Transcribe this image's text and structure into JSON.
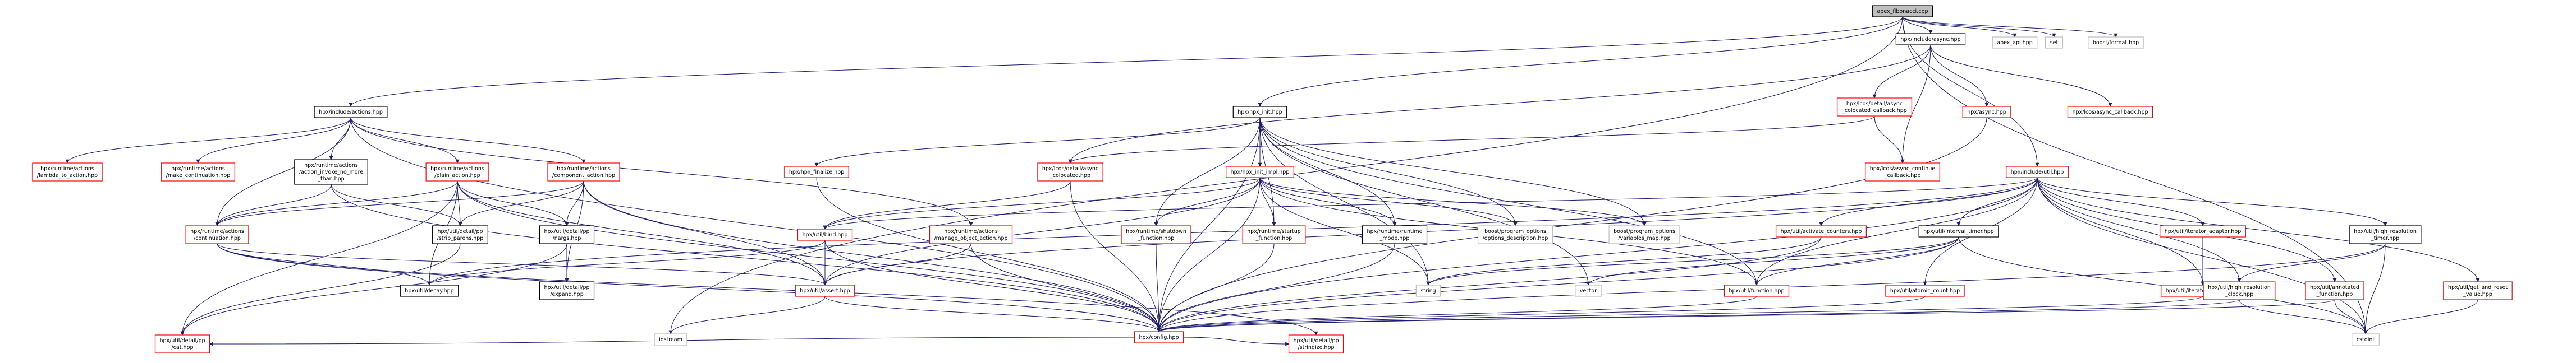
{
  "colors": {
    "root_fill": "#bfbfbf",
    "root_stroke": "#000000",
    "node_fill": "#ffffff",
    "node_stroke_normal": "#000000",
    "node_stroke_missing": "#ff0000",
    "node_stroke_external": "#bfbfbf",
    "edge_color": "#191970"
  },
  "nodes": [
    {
      "id": "n0",
      "lines": [
        "apex_fibonacci.cpp"
      ],
      "kind": "root"
    },
    {
      "id": "n1",
      "lines": [
        "hpx/include/async.hpp"
      ],
      "kind": "normal"
    },
    {
      "id": "n2",
      "lines": [
        "apex_api.hpp"
      ],
      "kind": "external"
    },
    {
      "id": "n3",
      "lines": [
        "set"
      ],
      "kind": "external"
    },
    {
      "id": "n4",
      "lines": [
        "boost/format.hpp"
      ],
      "kind": "external"
    },
    {
      "id": "n5",
      "lines": [
        "hpx/include/actions.hpp"
      ],
      "kind": "normal"
    },
    {
      "id": "n6",
      "lines": [
        "hpx/hpx_init.hpp"
      ],
      "kind": "normal"
    },
    {
      "id": "n7",
      "lines": [
        "hpx/lcos/detail/async",
        "_colocated_callback.hpp"
      ],
      "kind": "missing"
    },
    {
      "id": "n8",
      "lines": [
        "hpx/async.hpp"
      ],
      "kind": "missing"
    },
    {
      "id": "n9",
      "lines": [
        "hpx/lcos/async_callback.hpp"
      ],
      "kind": "missing"
    },
    {
      "id": "n10",
      "lines": [
        "hpx/include/util.hpp"
      ],
      "kind": "missing"
    },
    {
      "id": "n11",
      "lines": [
        "hpx/runtime/actions",
        "/lambda_to_action.hpp"
      ],
      "kind": "missing"
    },
    {
      "id": "n12",
      "lines": [
        "hpx/runtime/actions",
        "/make_continuation.hpp"
      ],
      "kind": "missing"
    },
    {
      "id": "n13",
      "lines": [
        "hpx/runtime/actions",
        "/action_invoke_no_more",
        "_than.hpp"
      ],
      "kind": "normal"
    },
    {
      "id": "n14",
      "lines": [
        "hpx/runtime/actions",
        "/plain_action.hpp"
      ],
      "kind": "missing"
    },
    {
      "id": "n15",
      "lines": [
        "hpx/runtime/actions",
        "/component_action.hpp"
      ],
      "kind": "missing"
    },
    {
      "id": "n16",
      "lines": [
        "hpx/hpx_finalize.hpp"
      ],
      "kind": "missing"
    },
    {
      "id": "n17",
      "lines": [
        "hpx/lcos/detail/async",
        "_colocated.hpp"
      ],
      "kind": "missing"
    },
    {
      "id": "n18",
      "lines": [
        "hpx/hpx_init_impl.hpp"
      ],
      "kind": "missing"
    },
    {
      "id": "n19",
      "lines": [
        "hpx/lcos/async_continue",
        "_callback.hpp"
      ],
      "kind": "missing"
    },
    {
      "id": "n20",
      "lines": [
        "hpx/runtime/actions",
        "/continuation.hpp"
      ],
      "kind": "missing"
    },
    {
      "id": "n21",
      "lines": [
        "hpx/util/detail/pp",
        "/strip_parens.hpp"
      ],
      "kind": "normal"
    },
    {
      "id": "n22",
      "lines": [
        "hpx/util/detail/pp",
        "/nargs.hpp"
      ],
      "kind": "normal"
    },
    {
      "id": "n23",
      "lines": [
        "hpx/util/bind.hpp"
      ],
      "kind": "missing"
    },
    {
      "id": "n24",
      "lines": [
        "hpx/runtime/actions",
        "/manage_object_action.hpp"
      ],
      "kind": "missing"
    },
    {
      "id": "n25",
      "lines": [
        "hpx/runtime/shutdown",
        "_function.hpp"
      ],
      "kind": "missing"
    },
    {
      "id": "n26",
      "lines": [
        "hpx/runtime/startup",
        "_function.hpp"
      ],
      "kind": "missing"
    },
    {
      "id": "n27",
      "lines": [
        "hpx/runtime/runtime",
        "_mode.hpp"
      ],
      "kind": "normal"
    },
    {
      "id": "n28",
      "lines": [
        "boost/program_options",
        "/options_description.hpp"
      ],
      "kind": "external"
    },
    {
      "id": "n29",
      "lines": [
        "boost/program_options",
        "/variables_map.hpp"
      ],
      "kind": "external"
    },
    {
      "id": "n30",
      "lines": [
        "hpx/util/activate_counters.hpp"
      ],
      "kind": "missing"
    },
    {
      "id": "n31",
      "lines": [
        "hpx/util/interval_timer.hpp"
      ],
      "kind": "normal"
    },
    {
      "id": "n32",
      "lines": [
        "hpx/util/iterator_adaptor.hpp"
      ],
      "kind": "missing"
    },
    {
      "id": "n33",
      "lines": [
        "hpx/util/high_resolution",
        "_timer.hpp"
      ],
      "kind": "normal"
    },
    {
      "id": "n34",
      "lines": [
        "hpx/util/decay.hpp"
      ],
      "kind": "normal"
    },
    {
      "id": "n35",
      "lines": [
        "hpx/util/detail/pp",
        "/expand.hpp"
      ],
      "kind": "normal"
    },
    {
      "id": "n36",
      "lines": [
        "hpx/util/assert.hpp"
      ],
      "kind": "missing"
    },
    {
      "id": "n37",
      "lines": [
        "string"
      ],
      "kind": "external"
    },
    {
      "id": "n38",
      "lines": [
        "vector"
      ],
      "kind": "external"
    },
    {
      "id": "n39",
      "lines": [
        "hpx/util/function.hpp"
      ],
      "kind": "missing"
    },
    {
      "id": "n40",
      "lines": [
        "hpx/util/atomic_count.hpp"
      ],
      "kind": "missing"
    },
    {
      "id": "n41",
      "lines": [
        "hpx/util/iterator_facade.hpp"
      ],
      "kind": "missing"
    },
    {
      "id": "n42",
      "lines": [
        "hpx/util/high_resolution",
        "_clock.hpp"
      ],
      "kind": "missing"
    },
    {
      "id": "n43",
      "lines": [
        "hpx/util/annotated",
        "_function.hpp"
      ],
      "kind": "missing"
    },
    {
      "id": "n44",
      "lines": [
        "hpx/util/get_and_reset",
        "_value.hpp"
      ],
      "kind": "missing"
    },
    {
      "id": "n45",
      "lines": [
        "iostream"
      ],
      "kind": "external"
    },
    {
      "id": "n46",
      "lines": [
        "hpx/config.hpp"
      ],
      "kind": "missing"
    },
    {
      "id": "n47",
      "lines": [
        "cstdint"
      ],
      "kind": "external"
    },
    {
      "id": "n48",
      "lines": [
        "hpx/util/detail/pp",
        "/cat.hpp"
      ],
      "kind": "missing"
    },
    {
      "id": "n49",
      "lines": [
        "hpx/util/detail/pp",
        "/stringize.hpp"
      ],
      "kind": "missing"
    }
  ],
  "edges": [
    [
      "n0",
      "n1"
    ],
    [
      "n0",
      "n2"
    ],
    [
      "n0",
      "n3"
    ],
    [
      "n0",
      "n4"
    ],
    [
      "n0",
      "n5"
    ],
    [
      "n0",
      "n6"
    ],
    [
      "n0",
      "n10"
    ],
    [
      "n0",
      "n45"
    ],
    [
      "n0",
      "n47"
    ],
    [
      "n1",
      "n7"
    ],
    [
      "n1",
      "n8"
    ],
    [
      "n1",
      "n9"
    ],
    [
      "n1",
      "n19"
    ],
    [
      "n1",
      "n17"
    ],
    [
      "n5",
      "n11"
    ],
    [
      "n5",
      "n12"
    ],
    [
      "n5",
      "n13"
    ],
    [
      "n5",
      "n14"
    ],
    [
      "n5",
      "n15"
    ],
    [
      "n5",
      "n20"
    ],
    [
      "n5",
      "n24"
    ],
    [
      "n5",
      "n46"
    ],
    [
      "n6",
      "n16"
    ],
    [
      "n6",
      "n18"
    ],
    [
      "n6",
      "n25"
    ],
    [
      "n6",
      "n26"
    ],
    [
      "n6",
      "n27"
    ],
    [
      "n6",
      "n28"
    ],
    [
      "n6",
      "n29"
    ],
    [
      "n6",
      "n37"
    ],
    [
      "n6",
      "n39"
    ],
    [
      "n6",
      "n38"
    ],
    [
      "n6",
      "n46"
    ],
    [
      "n7",
      "n17"
    ],
    [
      "n7",
      "n19"
    ],
    [
      "n8",
      "n46"
    ],
    [
      "n10",
      "n30"
    ],
    [
      "n10",
      "n31"
    ],
    [
      "n10",
      "n32"
    ],
    [
      "n10",
      "n33"
    ],
    [
      "n10",
      "n23"
    ],
    [
      "n10",
      "n39"
    ],
    [
      "n10",
      "n40"
    ],
    [
      "n10",
      "n42"
    ],
    [
      "n10",
      "n43"
    ],
    [
      "n10",
      "n44"
    ],
    [
      "n10",
      "n36"
    ],
    [
      "n10",
      "n34"
    ],
    [
      "n10",
      "n46"
    ],
    [
      "n10",
      "n41"
    ],
    [
      "n10",
      "n47"
    ],
    [
      "n13",
      "n20"
    ],
    [
      "n13",
      "n21"
    ],
    [
      "n13",
      "n46"
    ],
    [
      "n14",
      "n20"
    ],
    [
      "n14",
      "n21"
    ],
    [
      "n14",
      "n22"
    ],
    [
      "n14",
      "n36"
    ],
    [
      "n14",
      "n46"
    ],
    [
      "n14",
      "n48"
    ],
    [
      "n14",
      "n34"
    ],
    [
      "n15",
      "n20"
    ],
    [
      "n15",
      "n21"
    ],
    [
      "n15",
      "n22"
    ],
    [
      "n15",
      "n36"
    ],
    [
      "n15",
      "n35"
    ],
    [
      "n15",
      "n46"
    ],
    [
      "n16",
      "n46"
    ],
    [
      "n17",
      "n23"
    ],
    [
      "n17",
      "n46"
    ],
    [
      "n18",
      "n23"
    ],
    [
      "n18",
      "n25"
    ],
    [
      "n18",
      "n26"
    ],
    [
      "n18",
      "n27"
    ],
    [
      "n18",
      "n28"
    ],
    [
      "n18",
      "n29"
    ],
    [
      "n18",
      "n36"
    ],
    [
      "n18",
      "n37"
    ],
    [
      "n18",
      "n39"
    ],
    [
      "n18",
      "n46"
    ],
    [
      "n20",
      "n34"
    ],
    [
      "n20",
      "n36"
    ],
    [
      "n20",
      "n46"
    ],
    [
      "n20",
      "n49"
    ],
    [
      "n21",
      "n48"
    ],
    [
      "n22",
      "n35"
    ],
    [
      "n22",
      "n48"
    ],
    [
      "n23",
      "n34"
    ],
    [
      "n23",
      "n36"
    ],
    [
      "n23",
      "n46"
    ],
    [
      "n24",
      "n36"
    ],
    [
      "n24",
      "n46"
    ],
    [
      "n25",
      "n46"
    ],
    [
      "n26",
      "n46"
    ],
    [
      "n27",
      "n46"
    ],
    [
      "n30",
      "n37"
    ],
    [
      "n30",
      "n46"
    ],
    [
      "n31",
      "n37"
    ],
    [
      "n31",
      "n39"
    ],
    [
      "n31",
      "n38"
    ],
    [
      "n31",
      "n46"
    ],
    [
      "n31",
      "n47"
    ],
    [
      "n32",
      "n41"
    ],
    [
      "n33",
      "n42"
    ],
    [
      "n33",
      "n46"
    ],
    [
      "n33",
      "n47"
    ],
    [
      "n36",
      "n46"
    ],
    [
      "n36",
      "n45"
    ],
    [
      "n39",
      "n46"
    ],
    [
      "n40",
      "n46"
    ],
    [
      "n41",
      "n46"
    ],
    [
      "n42",
      "n46"
    ],
    [
      "n42",
      "n47"
    ],
    [
      "n43",
      "n46"
    ],
    [
      "n43",
      "n47"
    ],
    [
      "n44",
      "n47"
    ],
    [
      "n46",
      "n48"
    ],
    [
      "n46",
      "n49"
    ]
  ]
}
